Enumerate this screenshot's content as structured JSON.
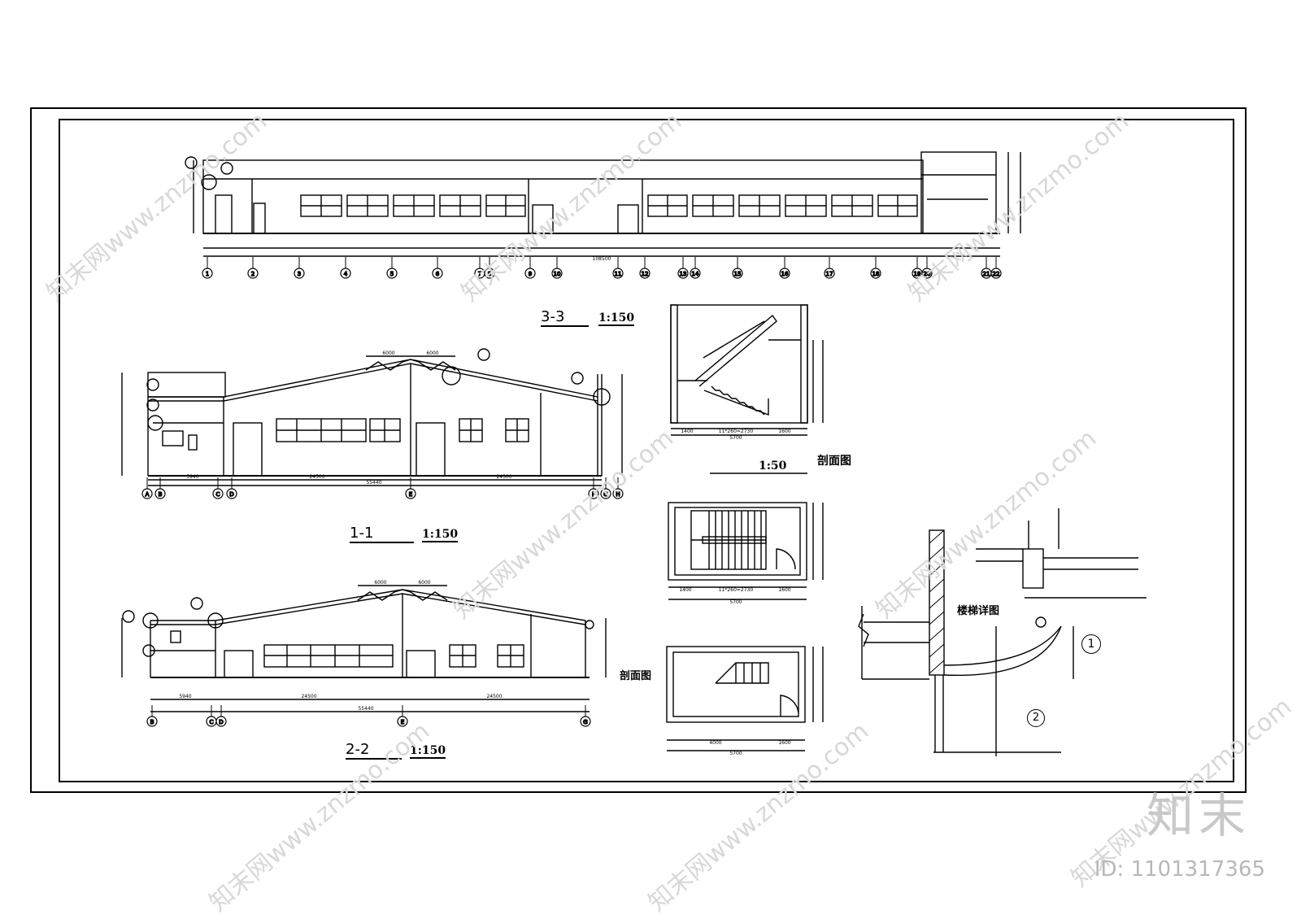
{
  "sections": {
    "s33": {
      "title": "3-3",
      "scale": "1:150",
      "overall_dim": "108500"
    },
    "s11": {
      "title": "1-1",
      "scale": "1:150",
      "dims": [
        "5940",
        "24500",
        "24500"
      ],
      "overall_dim": "55440",
      "truss_dims": [
        "6000",
        "6000"
      ]
    },
    "s22": {
      "title": "2-2",
      "scale": "1:150",
      "dims": [
        "5940",
        "24500",
        "24500"
      ],
      "overall_dim": "55440",
      "truss_dims": [
        "6000",
        "6000"
      ]
    },
    "stair_section": {
      "title": "剖面图",
      "scale": "1:50",
      "dims": [
        "1400",
        "11*260=2730",
        "1600"
      ],
      "overall_dim": "5700"
    },
    "stair_plan_a": {
      "dims": [
        "1400",
        "11*260=2730",
        "1600"
      ],
      "overall_dim": "5700"
    },
    "stair_plan_b": {
      "title": "剖面图",
      "dims": [
        "4000",
        "1600"
      ],
      "overall_dim": "5700"
    },
    "stair_detail": {
      "title": "楼梯详图"
    }
  },
  "grid_markers_3_3": [
    "1",
    "2",
    "3",
    "4",
    "5",
    "6",
    "7",
    "8",
    "9",
    "10",
    "11",
    "12",
    "13",
    "14",
    "15",
    "16",
    "17",
    "18",
    "19",
    "20",
    "21",
    "22"
  ],
  "grid_markers_1_1": [
    "A",
    "B",
    "C",
    "D",
    "E",
    "F",
    "G",
    "H"
  ],
  "grid_markers_2_2": [
    "B",
    "C",
    "D",
    "E",
    "G"
  ],
  "detail_numbers": [
    "1",
    "2"
  ],
  "watermark": {
    "brand": "知末",
    "id": "ID: 1101317365",
    "url": "知末网www.znzmo.com"
  }
}
